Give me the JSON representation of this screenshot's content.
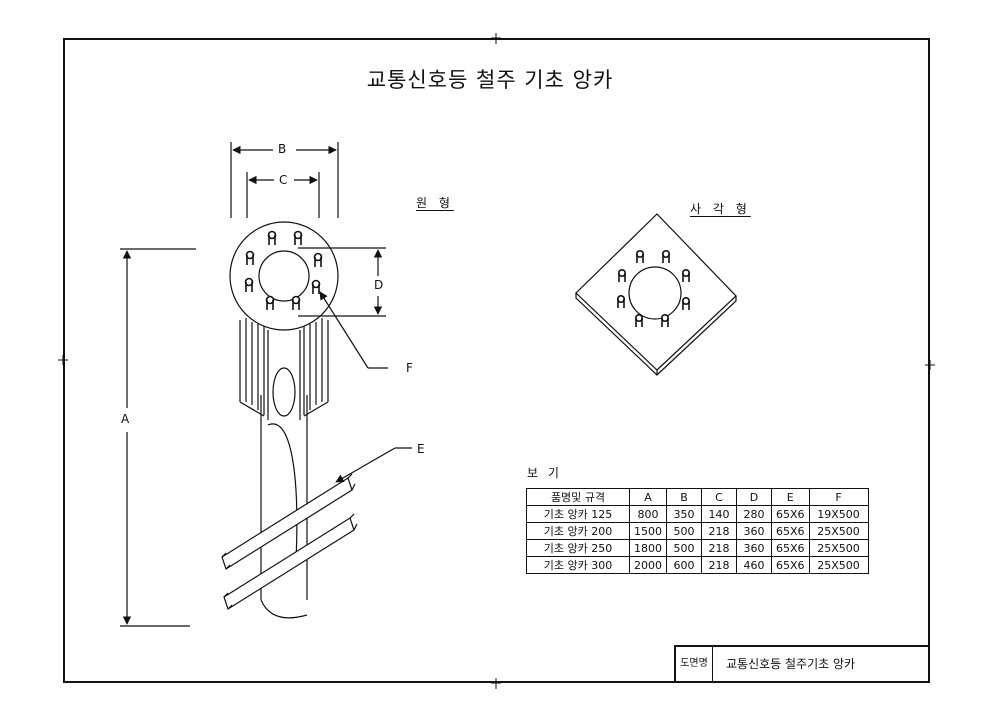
{
  "title": "교통신호등 철주 기초 앙카",
  "views": {
    "round_label": "원 형",
    "square_label": "사 각 형"
  },
  "dimension_labels": {
    "a": "A",
    "b": "B",
    "c": "C",
    "d": "D",
    "e": "E",
    "f": "F"
  },
  "legend": {
    "caption": "보 기",
    "headers": [
      "품명및 규격",
      "A",
      "B",
      "C",
      "D",
      "E",
      "F"
    ],
    "rows": [
      [
        "기초 앙카 125",
        "800",
        "350",
        "140",
        "280",
        "65X6",
        "19X500"
      ],
      [
        "기초 앙카 200",
        "1500",
        "500",
        "218",
        "360",
        "65X6",
        "25X500"
      ],
      [
        "기초 앙카 250",
        "1800",
        "500",
        "218",
        "360",
        "65X6",
        "25X500"
      ],
      [
        "기초 앙카 300",
        "2000",
        "600",
        "218",
        "460",
        "65X6",
        "25X500"
      ]
    ]
  },
  "title_block": {
    "label": "도면명",
    "name": "교통신호등 철주기초 앙카"
  }
}
